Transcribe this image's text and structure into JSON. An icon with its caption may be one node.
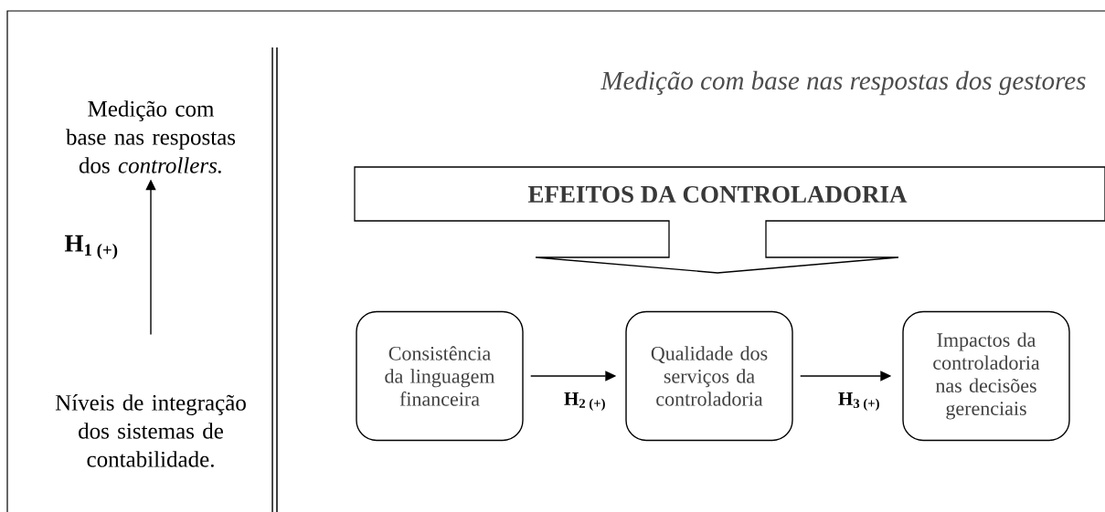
{
  "diagram": {
    "nodes": [
      {
        "text": [
          "Medição com base nas respostas dos *controllers.*"
        ]
      },
      {
        "text": [
          "Níveis de integração dos sistemas de contabilidade."
        ]
      },
      {
        "text": [
          "EFEITOS DA CONTROLADORIA"
        ]
      },
      {
        "text": [
          "Consistência da linguagem financeira"
        ]
      },
      {
        "text": [
          "Qualidade dos serviços da controladoria"
        ]
      },
      {
        "text": [
          "Impactos da controladoria nas decisões gerenciais"
        ]
      }
    ],
    "edges": [
      {
        "from": 1,
        "to": 0,
        "arrow": "to",
        "label": "H$_{1 (+)}$"
      },
      {
        "from": 3,
        "to": 4,
        "arrow": "to",
        "label": "H$_{2 (+)}$"
      },
      {
        "from": 4,
        "to": 5,
        "arrow": "to",
        "label": "H$_{3 (+)}$"
      }
    ],
    "labels": [
      "Medição com base nas respostas dos gestores"
    ]
  }
}
